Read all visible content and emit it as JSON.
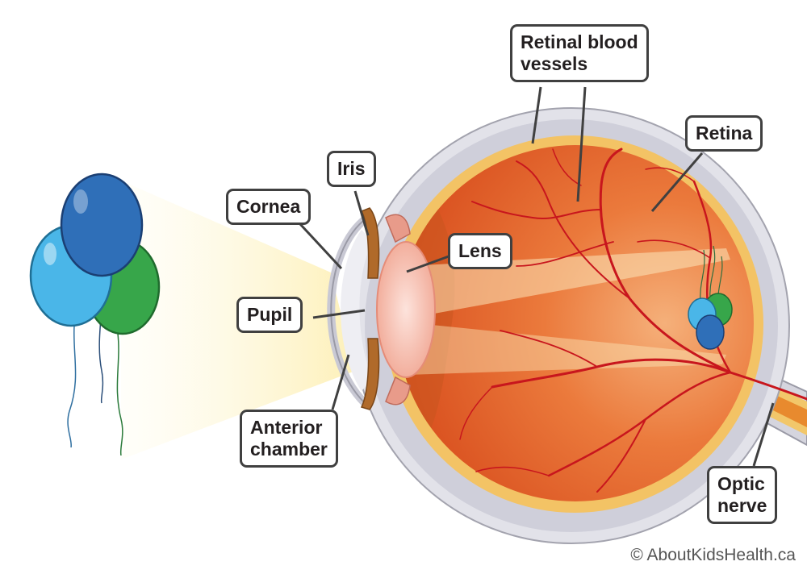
{
  "labels": {
    "retinal_blood_vessels": [
      "Retinal blood",
      "vessels"
    ],
    "retina": "Retina",
    "iris": "Iris",
    "cornea": "Cornea",
    "lens": "Lens",
    "pupil": "Pupil",
    "anterior_chamber": [
      "Anterior",
      "chamber"
    ],
    "optic_nerve": [
      "Optic",
      "nerve"
    ]
  },
  "copyright": "© AboutKidsHealth.ca",
  "colors": {
    "callout_border": "#404040",
    "eyeball": "#e8652a",
    "sclera": "#dcdce4",
    "blood_vessel": "#c8161d",
    "light_beam": "#fdf2c2",
    "balloon_light_blue": "#4ab6e8",
    "balloon_dark_blue": "#2f6fb8",
    "balloon_green": "#37a64a"
  }
}
